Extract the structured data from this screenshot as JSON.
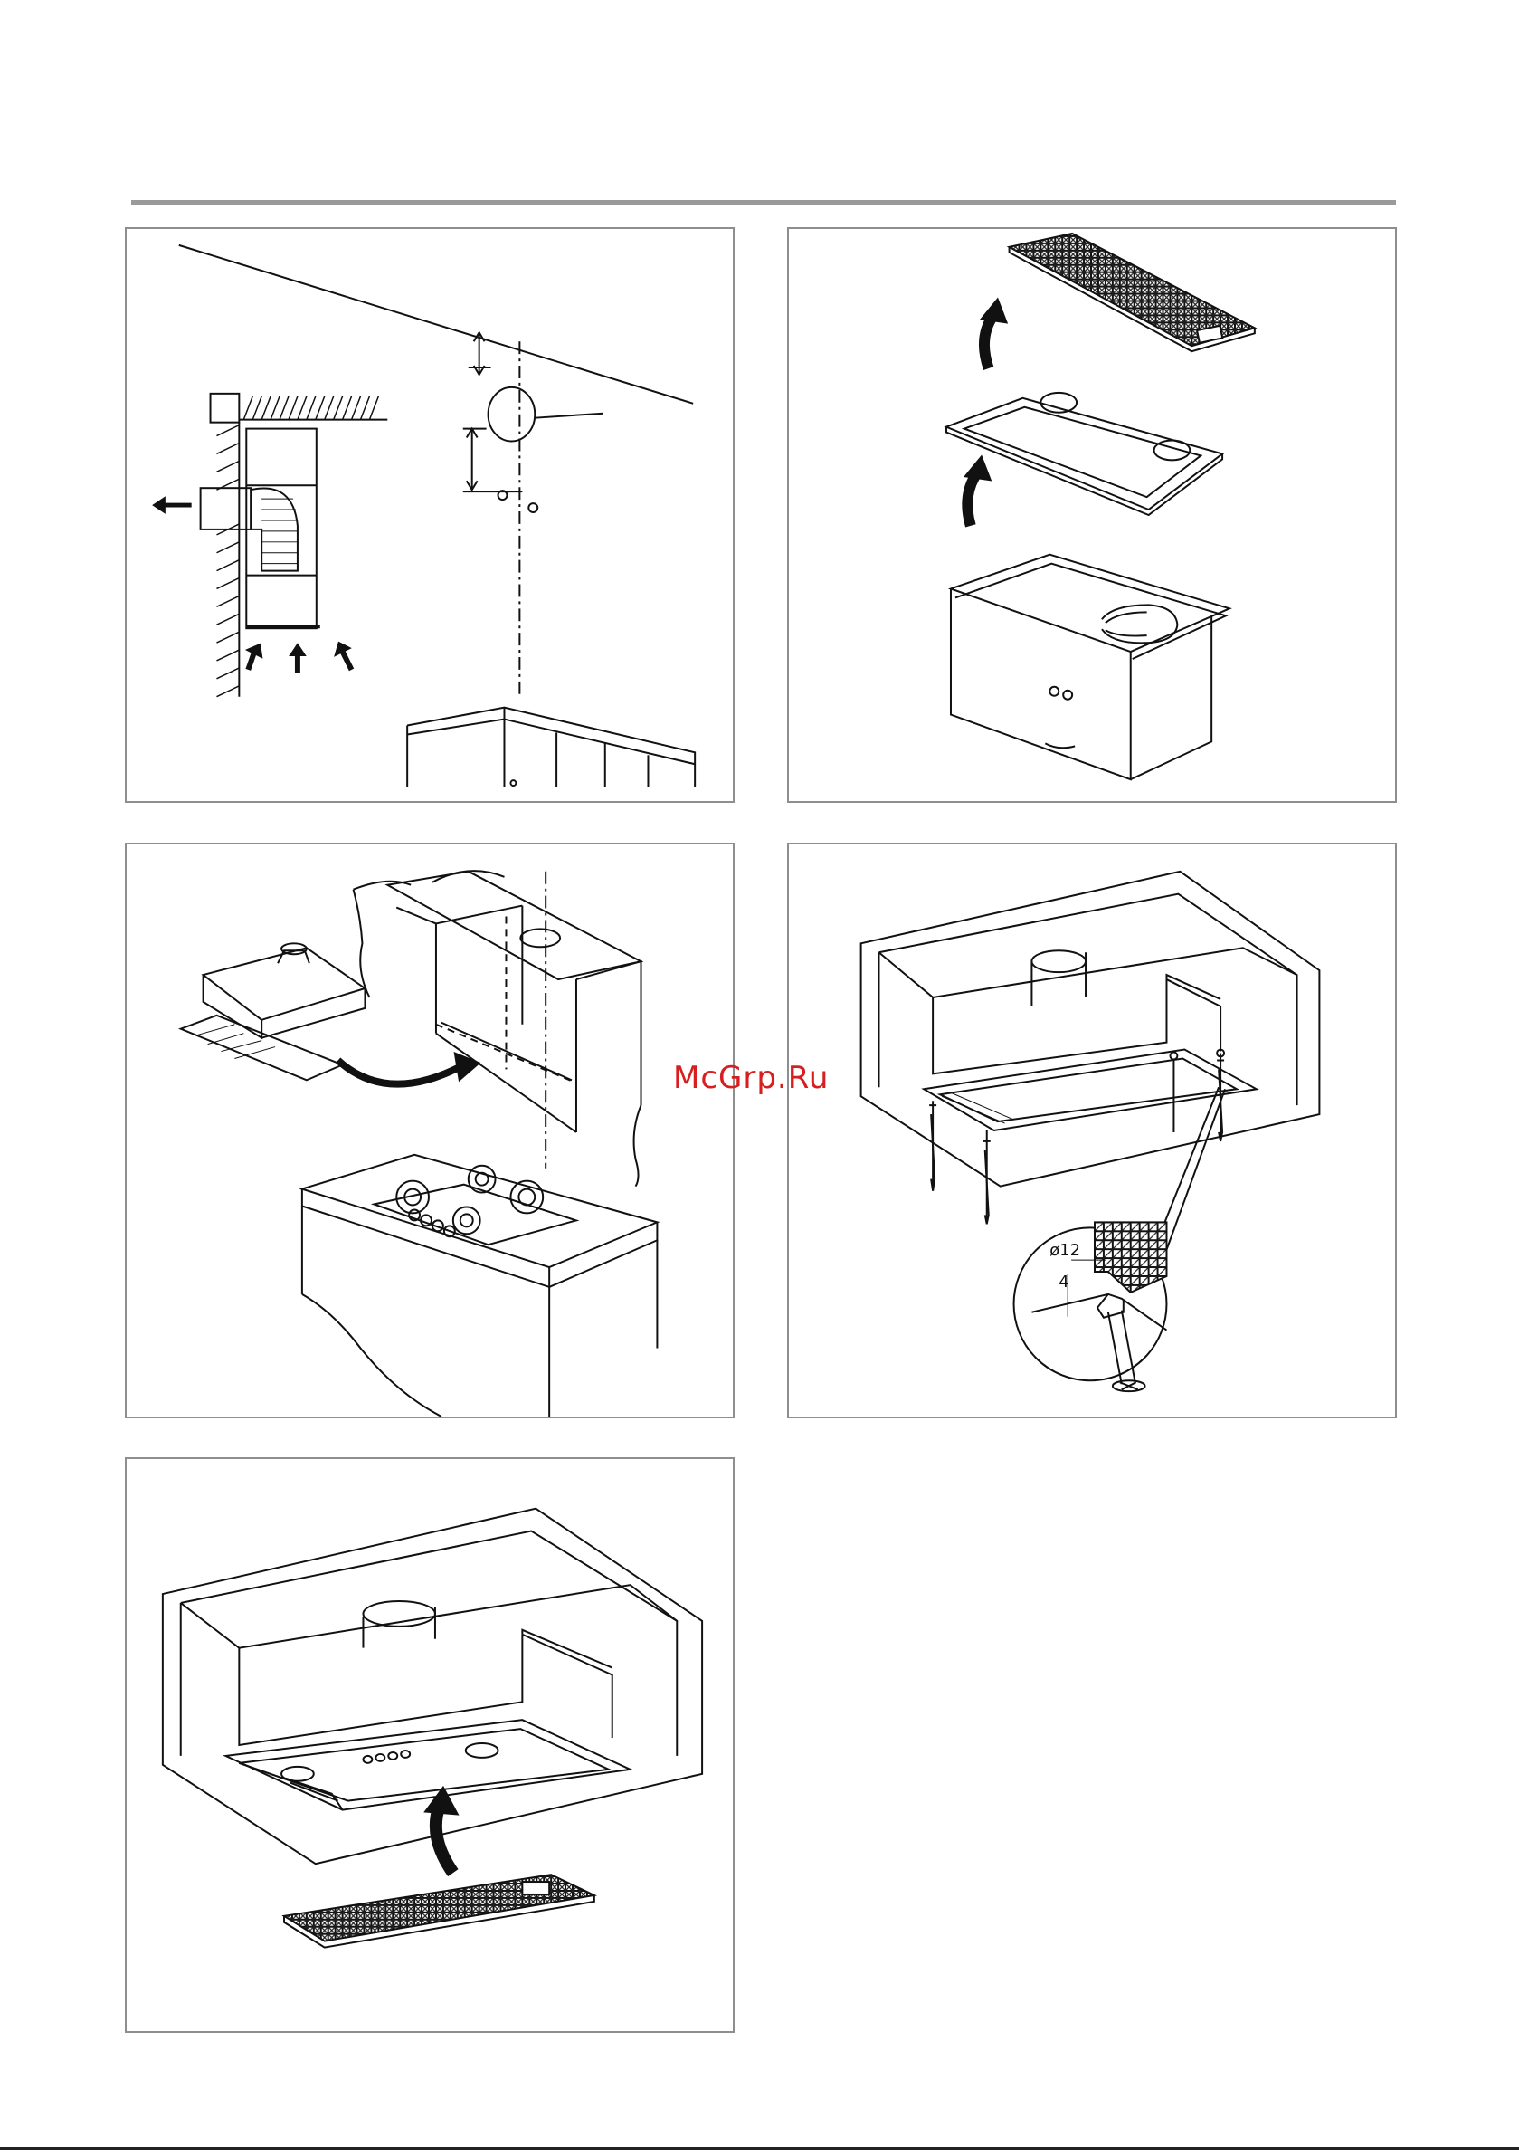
{
  "watermark": "McGrp.Ru",
  "figures": [
    {
      "id": "fig1",
      "subject": "wall-duct-and-ceiling-mounting-diagram"
    },
    {
      "id": "fig2",
      "subject": "filter-and-frame-removal-from-hood-body"
    },
    {
      "id": "fig3",
      "subject": "hood-insertion-into-cabinet-above-hob"
    },
    {
      "id": "fig4",
      "subject": "hood-fixing-with-screws-detail",
      "detail_label": "ø12",
      "detail_dim": "4"
    },
    {
      "id": "fig5",
      "subject": "grease-filter-refitting"
    }
  ],
  "colors": {
    "frame": "#8e8e8e",
    "rule": "#9a9a9a",
    "line": "#111111",
    "watermark": "#d81e1e"
  }
}
